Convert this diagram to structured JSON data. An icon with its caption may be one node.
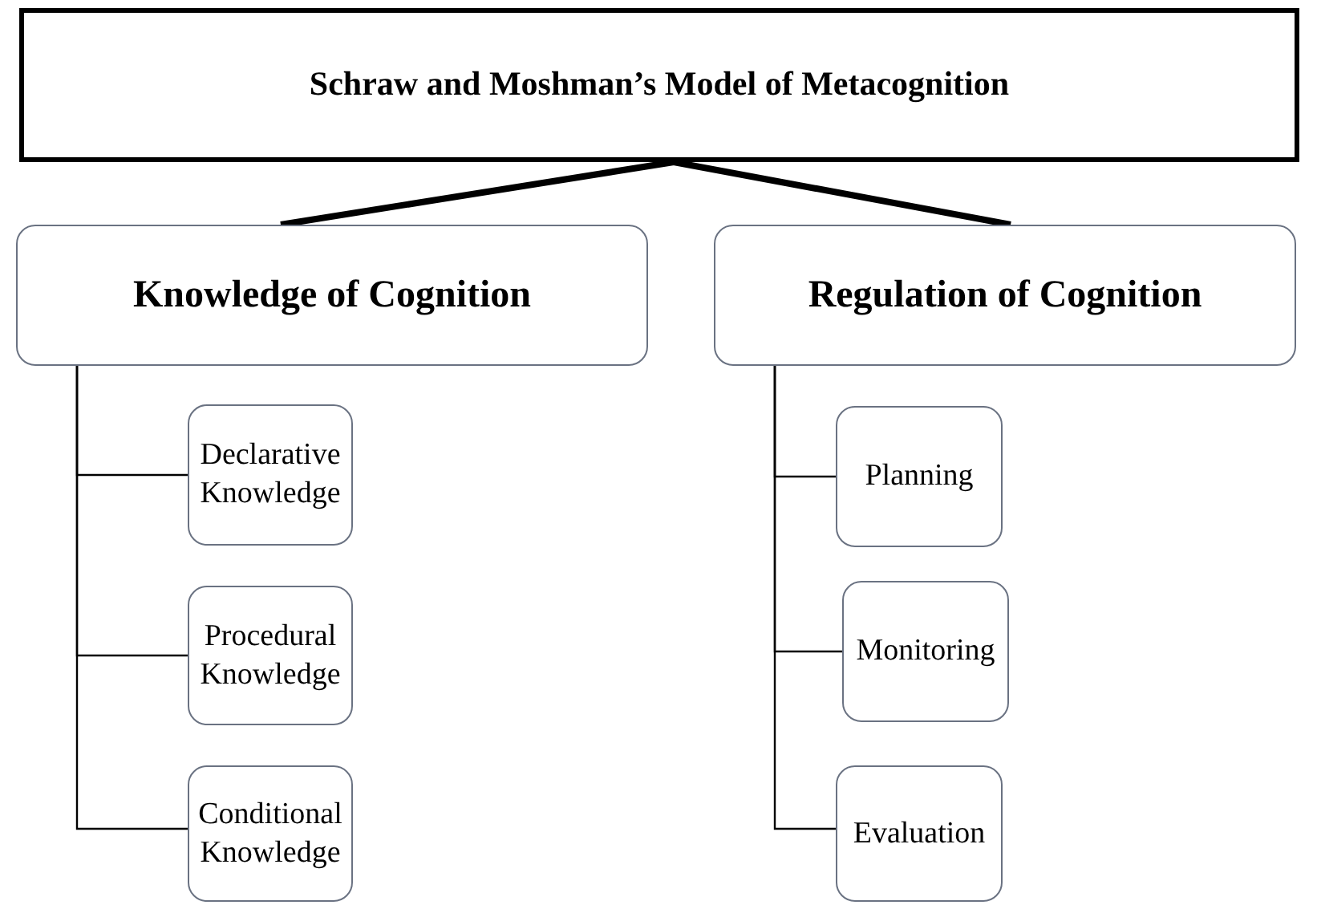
{
  "diagram": {
    "nodes": [
      {
        "text": [
          "Schraw and Moshman’s Model of Metacognition"
        ]
      },
      {
        "text": [
          "Knowledge of Cognition"
        ]
      },
      {
        "text": [
          "Regulation of Cognition"
        ]
      },
      {
        "text": [
          "Declarative Knowledge"
        ]
      },
      {
        "text": [
          "Procedural Knowledge"
        ]
      },
      {
        "text": [
          "Conditional Knowledge"
        ]
      },
      {
        "text": [
          "Planning"
        ]
      },
      {
        "text": [
          "Monitoring"
        ]
      },
      {
        "text": [
          "Evaluation"
        ]
      }
    ],
    "edges": [
      {
        "from": 0,
        "to": 1,
        "arrow": "none",
        "style": "thick"
      },
      {
        "from": 0,
        "to": 2,
        "arrow": "none",
        "style": "thick"
      },
      {
        "from": 1,
        "to": 3,
        "arrow": "none"
      },
      {
        "from": 1,
        "to": 4,
        "arrow": "none"
      },
      {
        "from": 1,
        "to": 5,
        "arrow": "none"
      },
      {
        "from": 2,
        "to": 6,
        "arrow": "none"
      },
      {
        "from": 2,
        "to": 7,
        "arrow": "none"
      },
      {
        "from": 2,
        "to": 8,
        "arrow": "none"
      }
    ]
  }
}
